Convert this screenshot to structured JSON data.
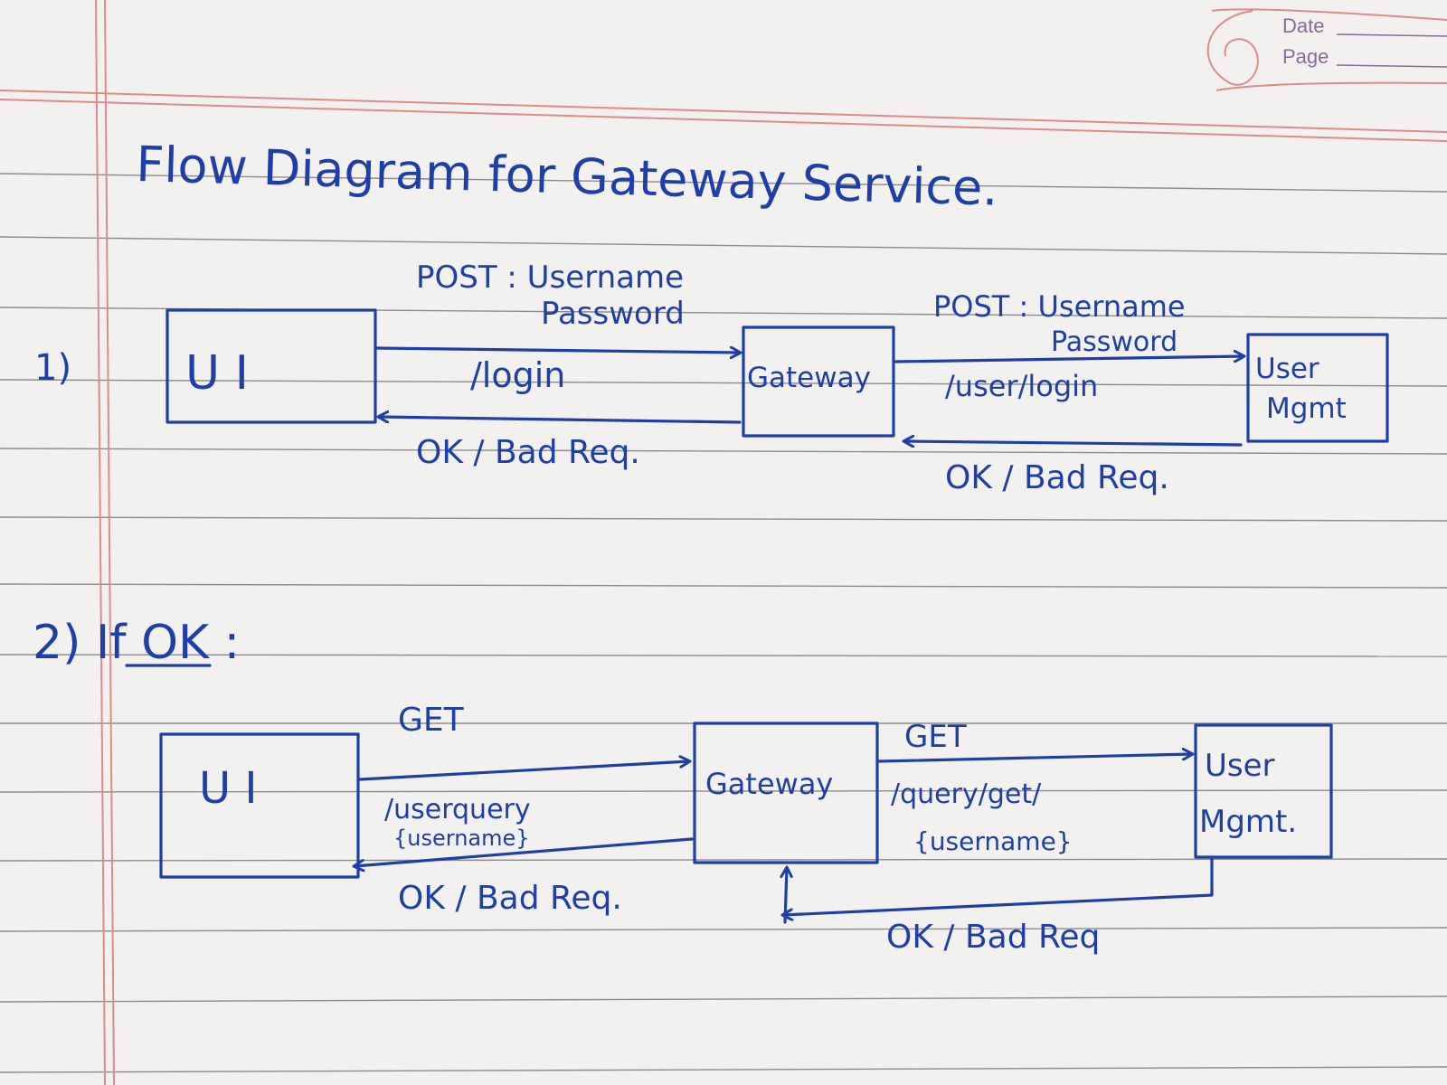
{
  "header": {
    "date_label": "Date",
    "page_label": "Page"
  },
  "title": "Flow Diagram for Gateway Service.",
  "section1": {
    "number": "1)",
    "ui_box": "U I",
    "gateway_box": "Gateway",
    "user_mgmt_line1": "User",
    "user_mgmt_line2": "Mgmt",
    "ui_to_gw_method": "POST : Username",
    "ui_to_gw_method2": "Password",
    "ui_to_gw_path": "/login",
    "gw_to_ui_resp": "OK / Bad Req.",
    "gw_to_um_method": "POST : Username",
    "gw_to_um_method2": "Password",
    "gw_to_um_path": "/user/login",
    "um_to_gw_resp": "OK / Bad Req."
  },
  "section2": {
    "heading": "2) If OK :",
    "ui_box": "U I",
    "gateway_box": "Gateway",
    "user_mgmt_line1": "User",
    "user_mgmt_line2": "Mgmt.",
    "ui_to_gw_method": "GET",
    "ui_to_gw_path": "/userquery",
    "ui_to_gw_path2": "{username}",
    "gw_to_ui_resp": "OK / Bad Req.",
    "gw_to_um_method": "GET",
    "gw_to_um_path": "/query/get/",
    "gw_to_um_path2": "{username}",
    "um_to_gw_resp": "OK / Bad Req"
  },
  "colors": {
    "ink": "#1f3fa8",
    "ruling": "#8c8c8c",
    "margin": "#e08a8a",
    "paper": "#f3f1ef"
  }
}
